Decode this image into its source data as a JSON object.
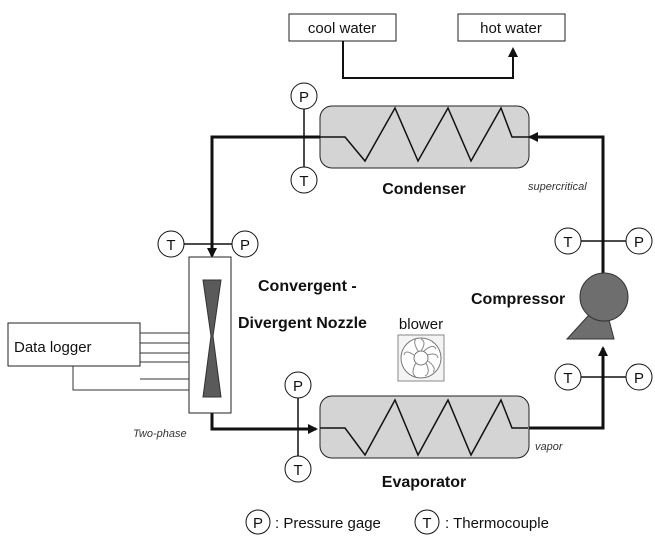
{
  "labels": {
    "cool_water": "cool water",
    "hot_water": "hot water",
    "condenser": "Condenser",
    "evaporator": "Evaporator",
    "compressor": "Compressor",
    "nozzle_line1": "Convergent -",
    "nozzle_line2": "Divergent Nozzle",
    "blower": "blower",
    "data_logger": "Data logger",
    "supercritical": "supercritical",
    "two_phase": "Two-phase",
    "vapor": "vapor"
  },
  "symbols": {
    "pressure": "P",
    "thermocouple": "T"
  },
  "legend": {
    "pressure_symbol": "P",
    "pressure_text": ": Pressure gage",
    "thermo_symbol": "T",
    "thermo_text": ": Thermocouple"
  },
  "colors": {
    "hx_fill": "#d4d4d4",
    "compressor_fill": "#6e6e6e",
    "nozzle_fill": "#5a5a5a",
    "line": "#111111"
  }
}
